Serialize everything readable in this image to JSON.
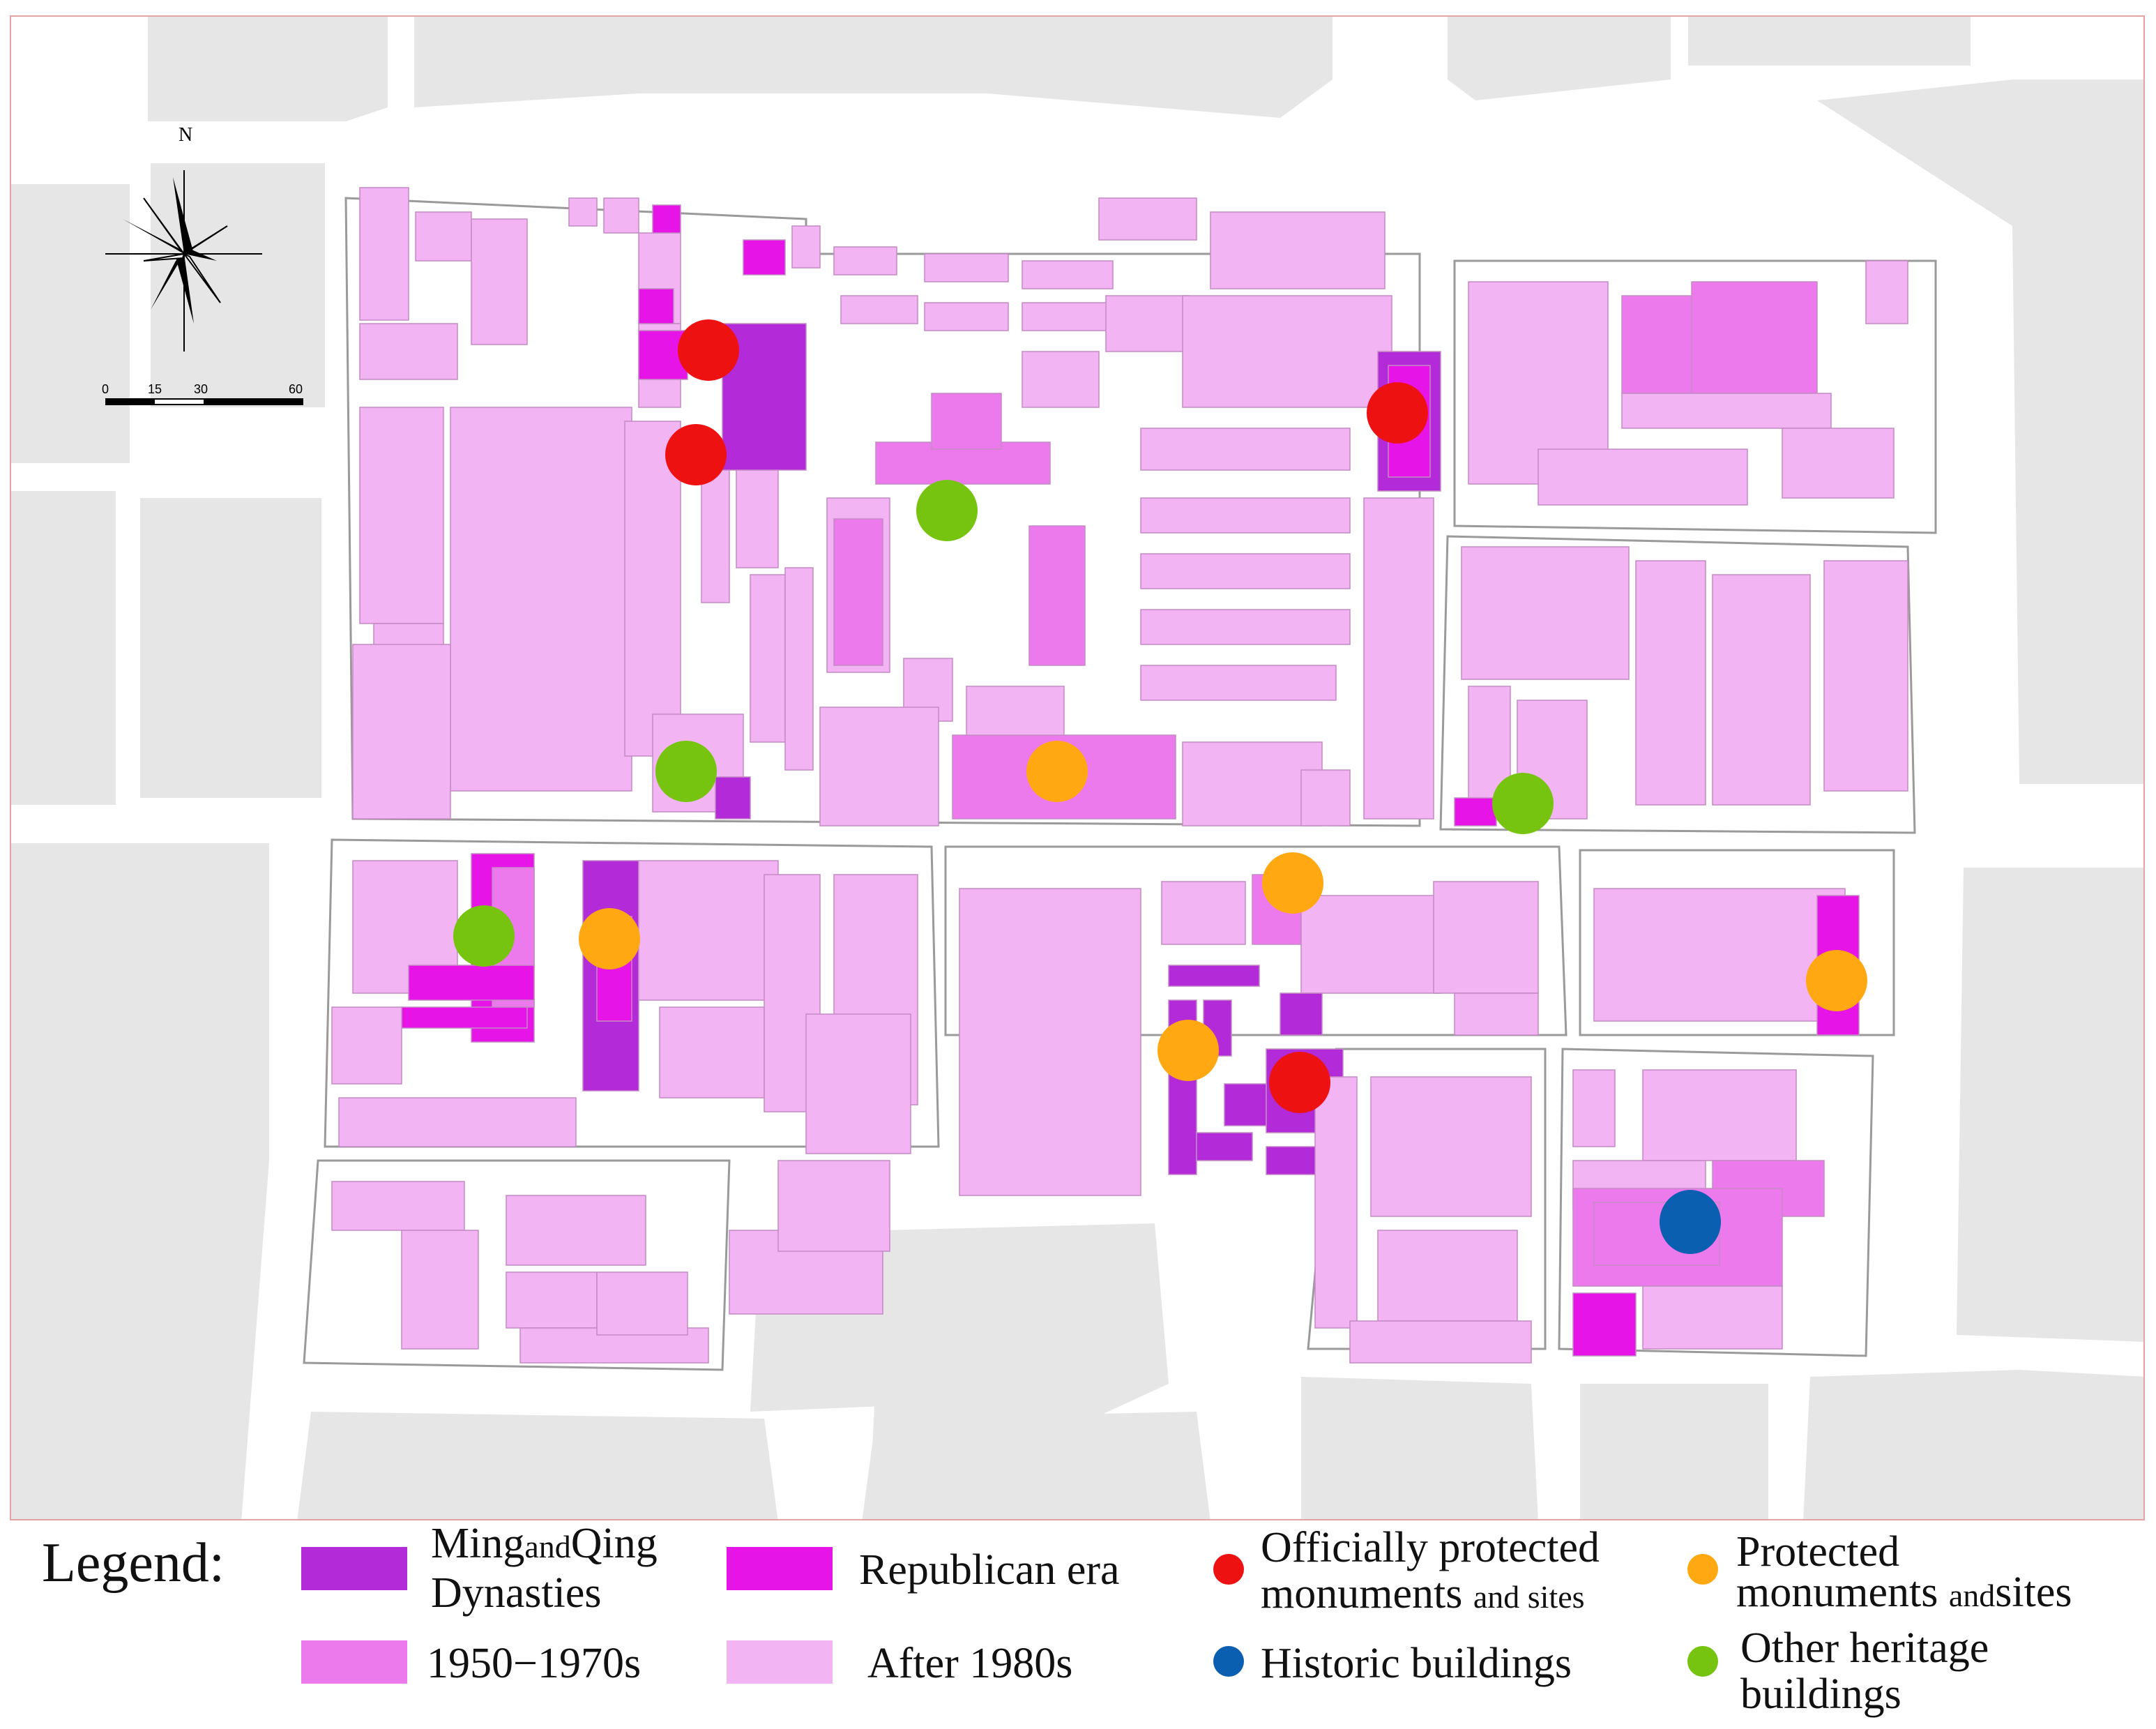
{
  "compass": {
    "north_label": "N"
  },
  "scale_bar": {
    "ticks": [
      "0",
      "15",
      "30",
      "60"
    ]
  },
  "colors": {
    "road": "#e6e6e6",
    "block_outline": "#9a9a9a",
    "ming_qing": "#b32bd9",
    "republican": "#e614e6",
    "era_1950_1970": "#ec7aec",
    "after_1980": "#f2b4f2",
    "officially_protected": "#ee1111",
    "protected": "#ffa812",
    "historic": "#0b5fb0",
    "other_heritage": "#76c40f"
  },
  "legend": {
    "title": "Legend:",
    "ming_qing": {
      "part1": "Ming",
      "part2": "and",
      "part3": "Qing",
      "line2": "Dynasties"
    },
    "republican": "Republican era",
    "era_1950_1970": "1950−1970s",
    "after_1980": "After 1980s",
    "officially_protected": {
      "line1": "Officially protected",
      "line2a": "monuments",
      "line2b": "and sites"
    },
    "historic": "Historic buildings",
    "protected": {
      "line1": "Protected",
      "line2a": "monuments",
      "line2b": "and",
      "line2c": "sites"
    },
    "other_heritage": {
      "line1": "Other heritage",
      "line2": "buildings"
    }
  },
  "site_markers": [
    {
      "category": "officially_protected"
    },
    {
      "category": "officially_protected"
    },
    {
      "category": "officially_protected"
    },
    {
      "category": "officially_protected"
    },
    {
      "category": "protected"
    },
    {
      "category": "protected"
    },
    {
      "category": "protected"
    },
    {
      "category": "protected"
    },
    {
      "category": "protected"
    },
    {
      "category": "historic"
    },
    {
      "category": "other_heritage"
    },
    {
      "category": "other_heritage"
    },
    {
      "category": "other_heritage"
    },
    {
      "category": "other_heritage"
    }
  ]
}
